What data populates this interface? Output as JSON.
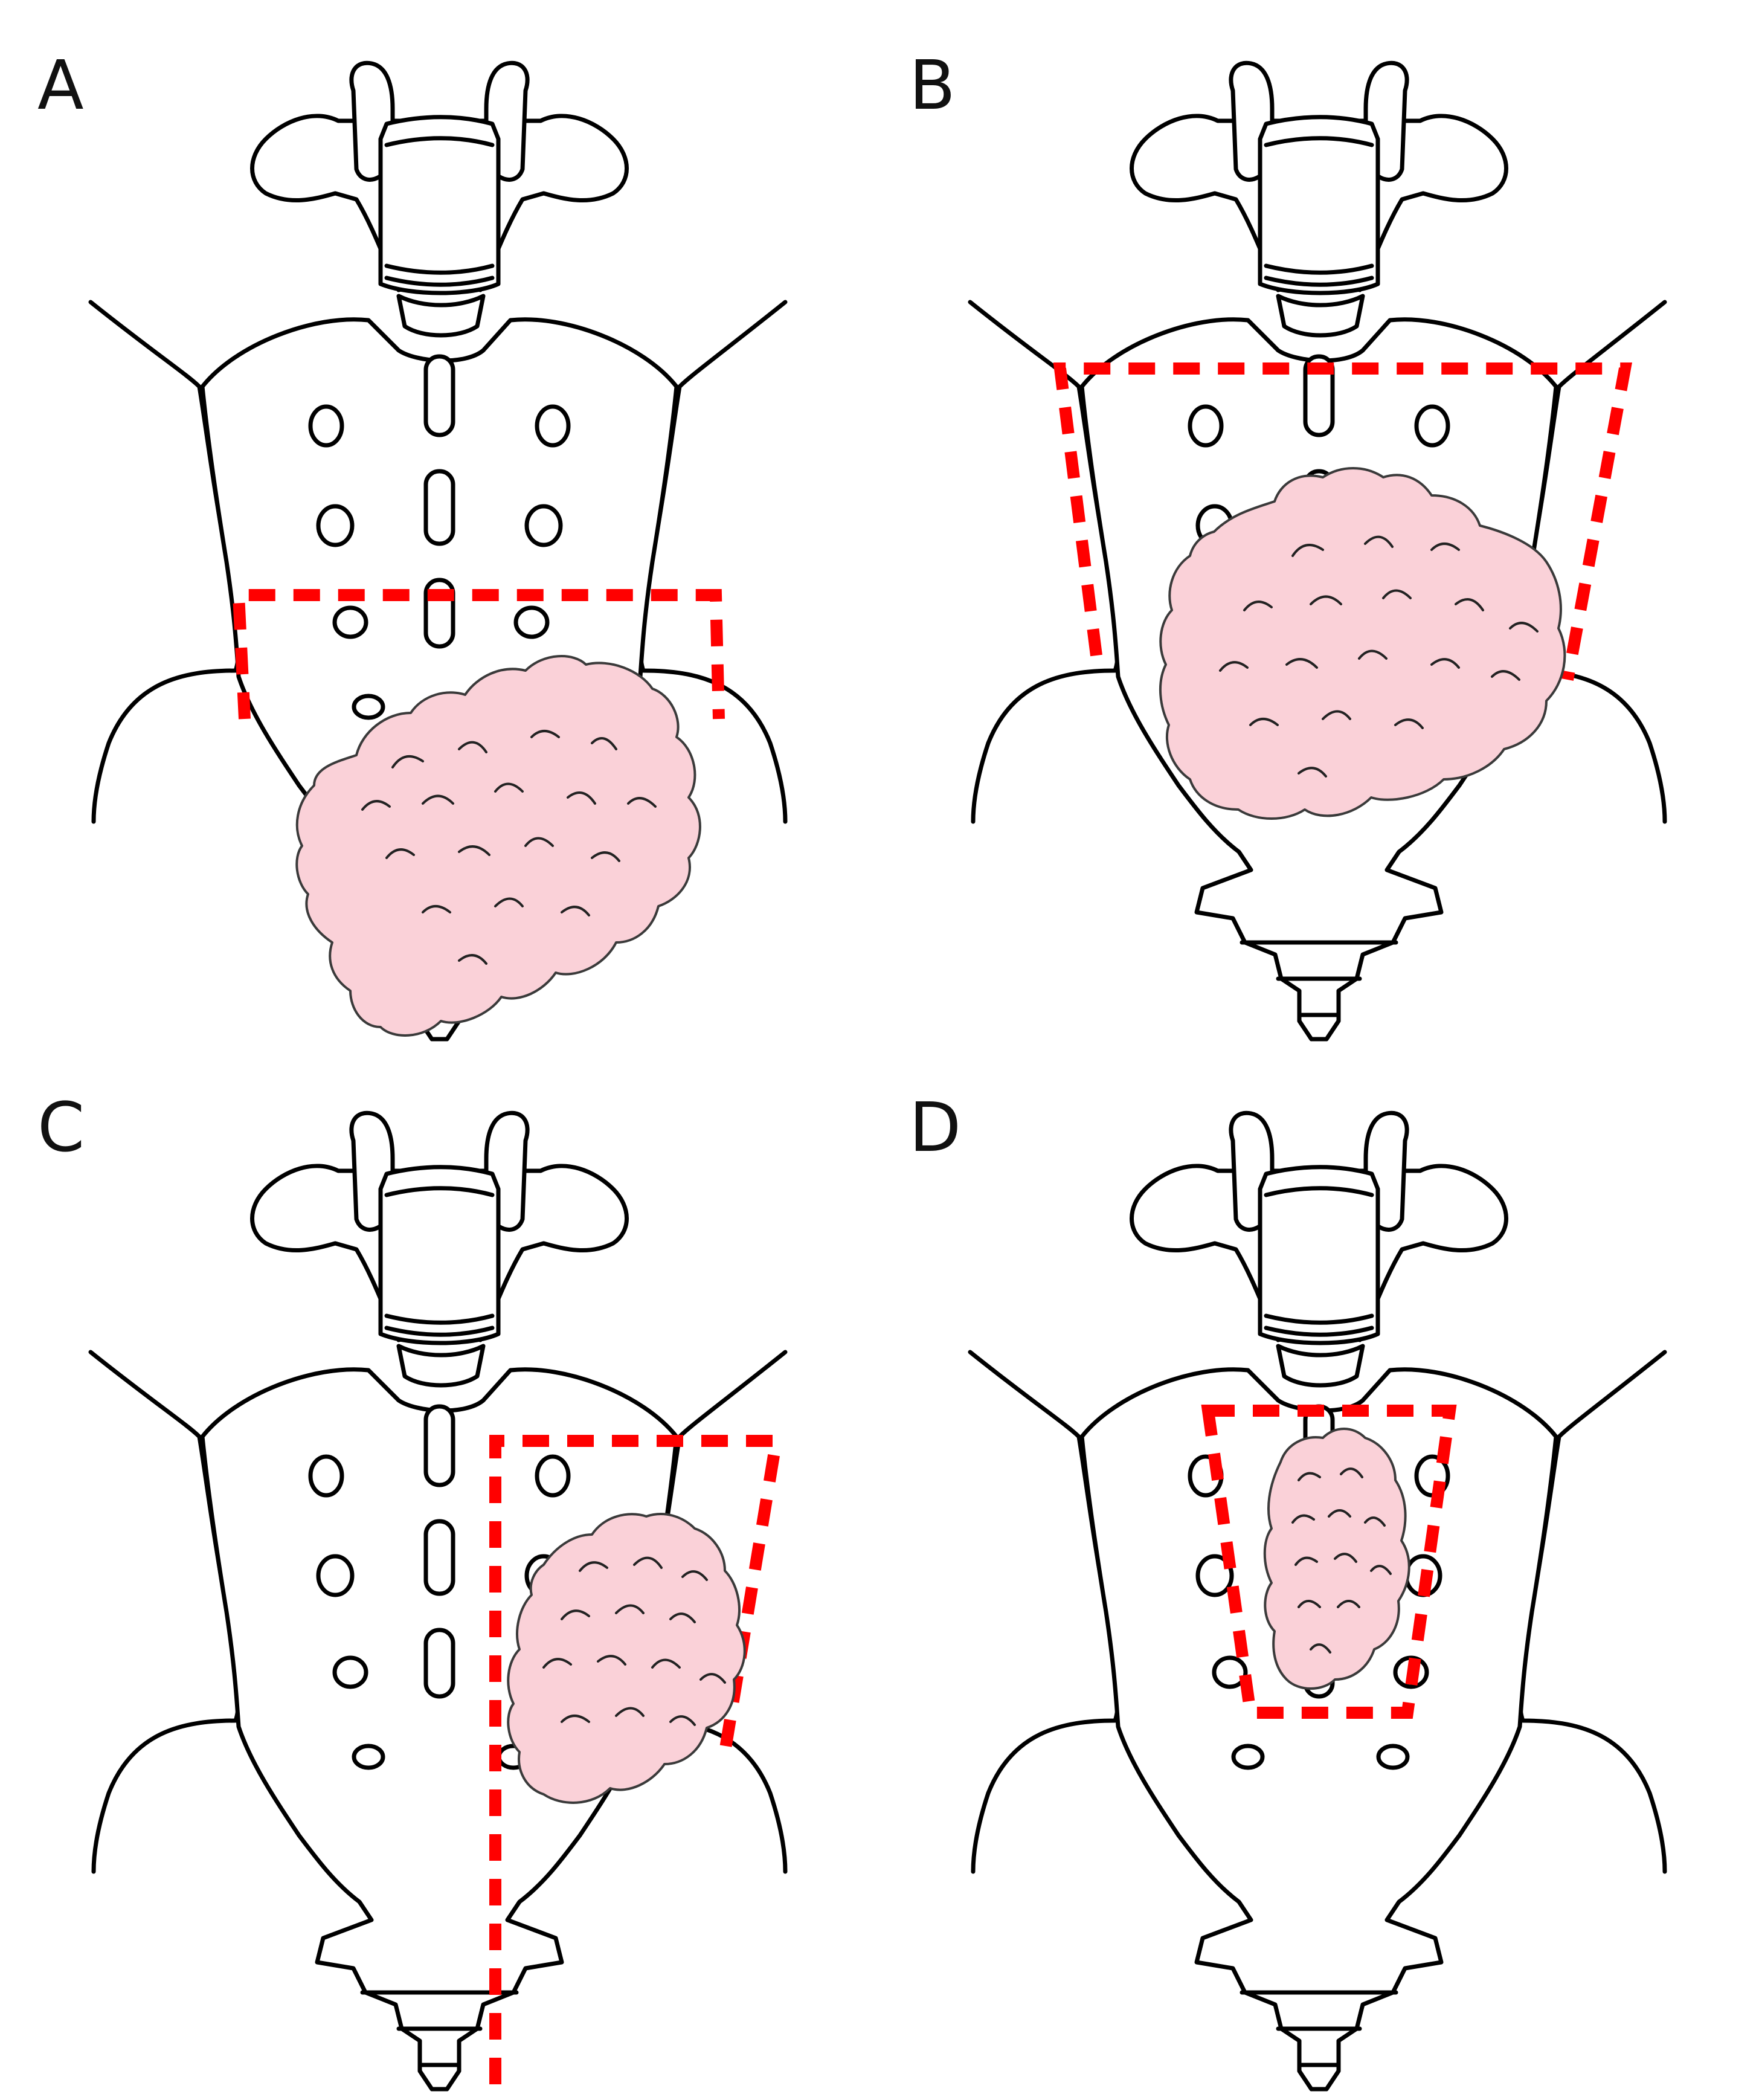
{
  "panels": [
    {
      "label": "A"
    },
    {
      "label": "B"
    },
    {
      "label": "C"
    },
    {
      "label": "D"
    }
  ],
  "colors": {
    "outline": "#000000",
    "tumor_fill": "#fad1d8",
    "resection_line": "#ff0000",
    "background": "#ffffff"
  }
}
